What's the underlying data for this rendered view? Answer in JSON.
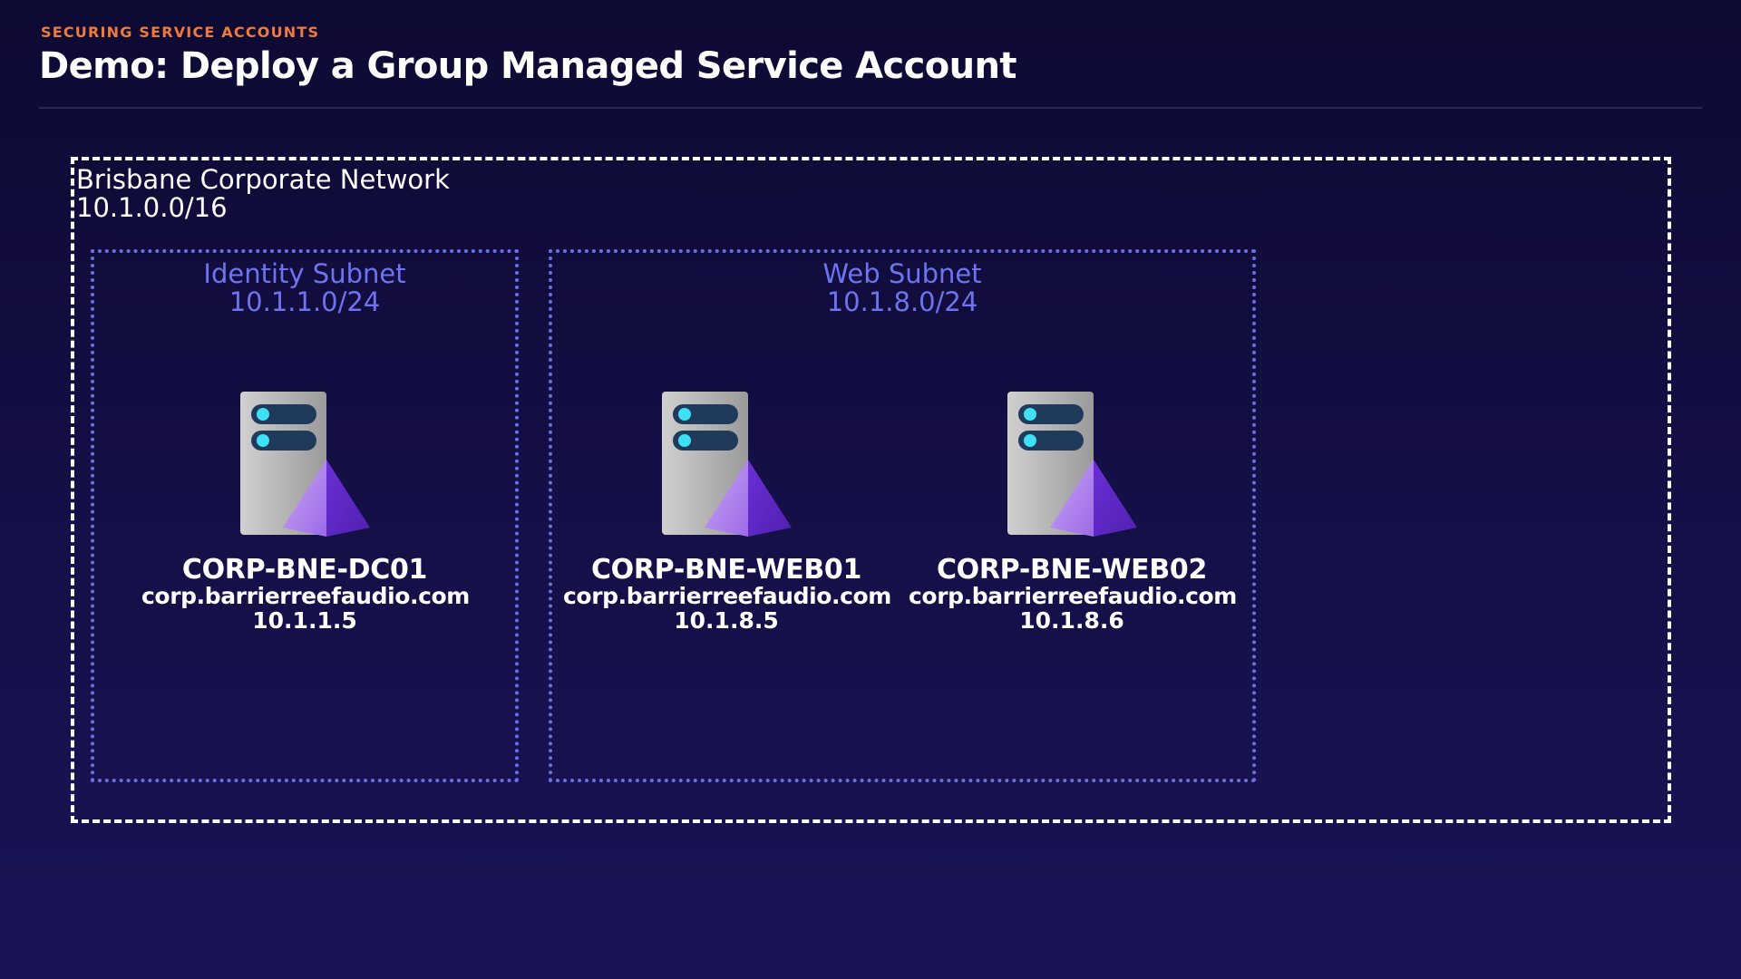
{
  "slide": {
    "eyebrow": "SECURING SERVICE ACCOUNTS",
    "title": "Demo: Deploy a Group Managed Service Account"
  },
  "network": {
    "name": "Brisbane Corporate Network",
    "cidr": "10.1.0.0/16"
  },
  "subnets": [
    {
      "name": "Identity Subnet",
      "cidr": "10.1.1.0/24"
    },
    {
      "name": "Web Subnet",
      "cidr": "10.1.8.0/24"
    }
  ],
  "servers": [
    {
      "hostname": "CORP-BNE-DC01",
      "domain": "corp.barrierreefaudio.com",
      "ip": "10.1.1.5",
      "icon": "server-icon"
    },
    {
      "hostname": "CORP-BNE-WEB01",
      "domain": "corp.barrierreefaudio.com",
      "ip": "10.1.8.5",
      "icon": "server-icon"
    },
    {
      "hostname": "CORP-BNE-WEB02",
      "domain": "corp.barrierreefaudio.com",
      "ip": "10.1.8.6",
      "icon": "server-icon"
    }
  ],
  "colors": {
    "background": "#130e42",
    "eyebrow": "#f07a3a",
    "subnet_accent": "#6e74f0",
    "network_border": "#ffffff",
    "server_body": "#b9b9b9",
    "server_slot": "#1f3a5a",
    "server_led": "#3ee0f5",
    "pyramid": "#7b3fe0"
  }
}
